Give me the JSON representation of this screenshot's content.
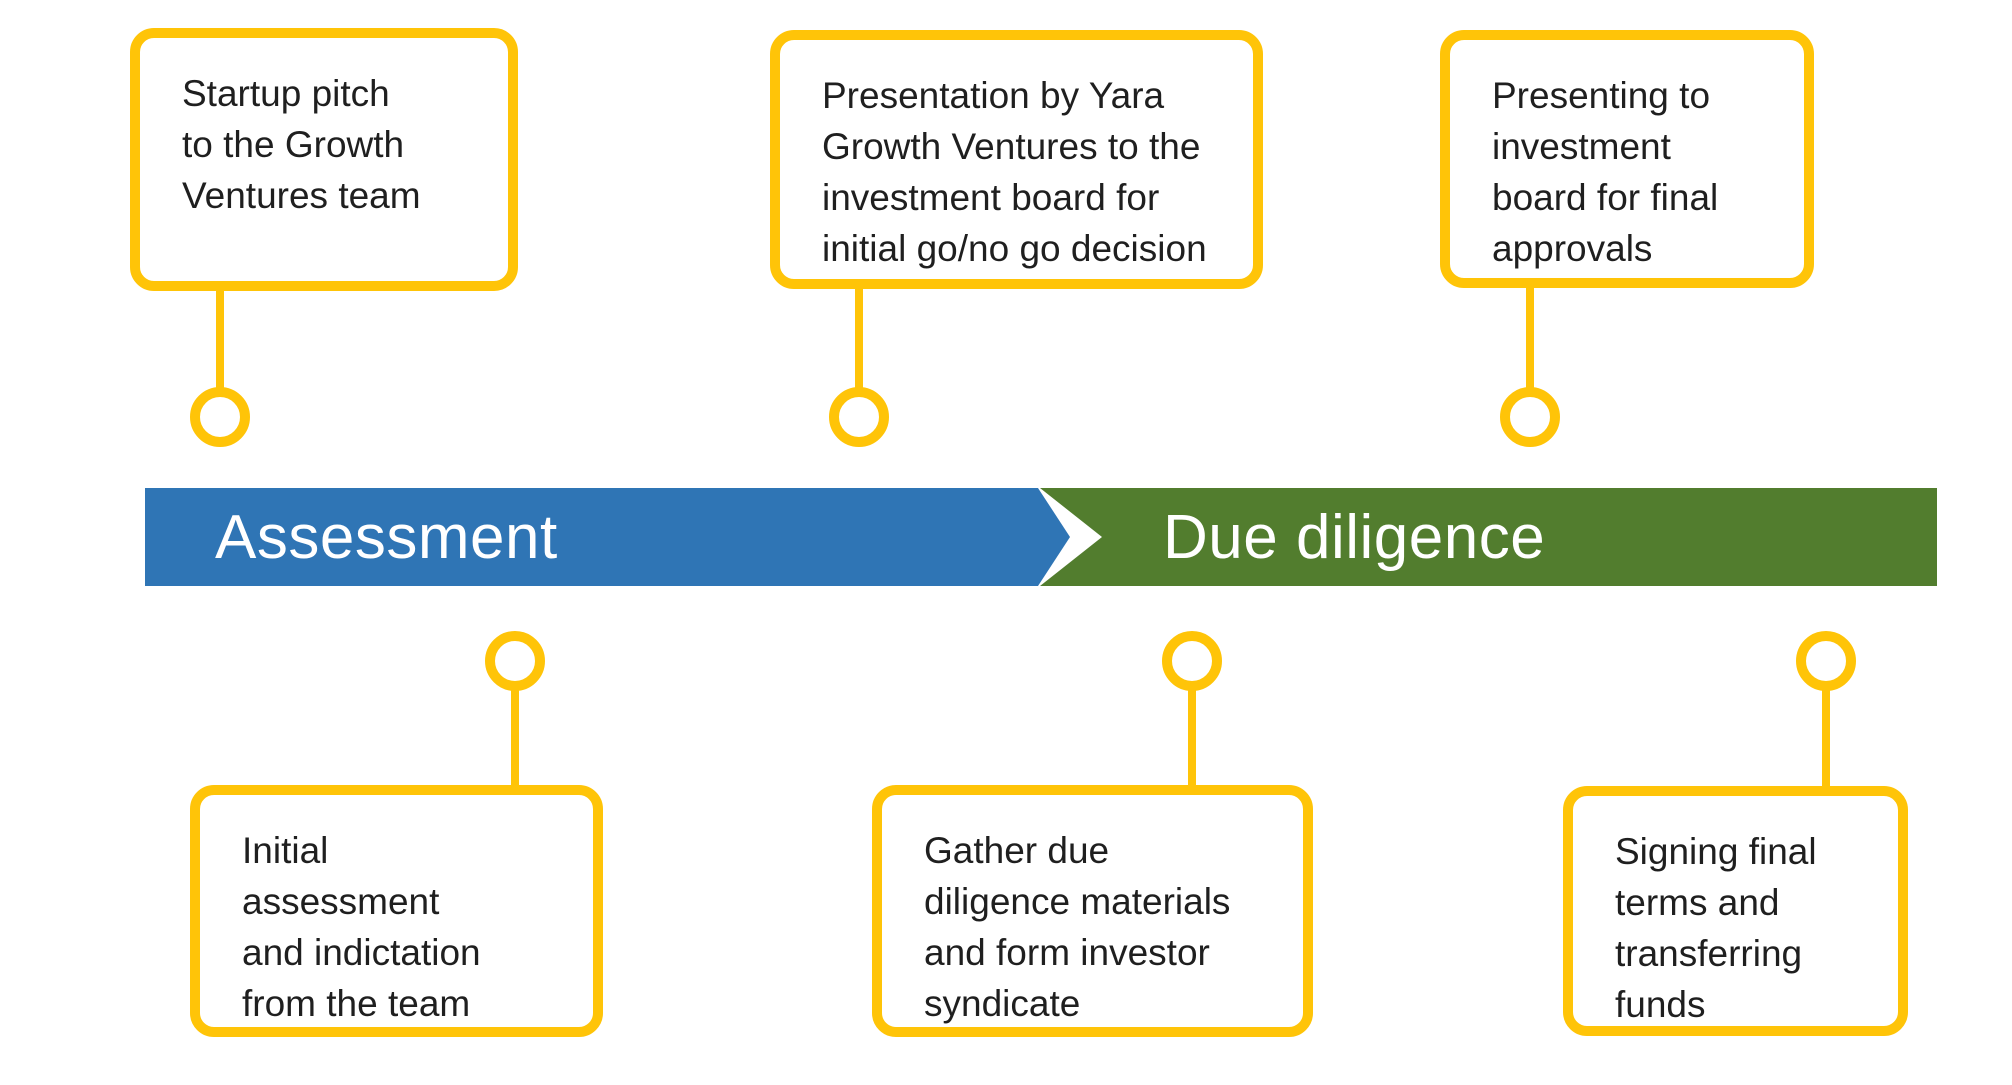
{
  "colors": {
    "yellow": "#FFC408",
    "blue": "#2F75B5",
    "green": "#527D2E",
    "text": "#1F1F1F",
    "label": "#FFFFFF",
    "background": "#FFFFFF"
  },
  "stages": [
    {
      "label": "Assessment"
    },
    {
      "label": "Due diligence"
    }
  ],
  "callouts": {
    "top": [
      {
        "text": "Startup pitch\nto the Growth\nVentures team"
      },
      {
        "text": "Presentation by Yara\nGrowth Ventures to the\ninvestment board for\ninitial go/no go decision"
      },
      {
        "text": "Presenting to\ninvestment\nboard for final\napprovals"
      }
    ],
    "bottom": [
      {
        "text": "Initial\nassessment\nand indictation\nfrom the team"
      },
      {
        "text": "Gather due\ndiligence materials\nand form investor\nsyndicate"
      },
      {
        "text": "Signing final\nterms and\ntransferring\nfunds"
      }
    ]
  }
}
